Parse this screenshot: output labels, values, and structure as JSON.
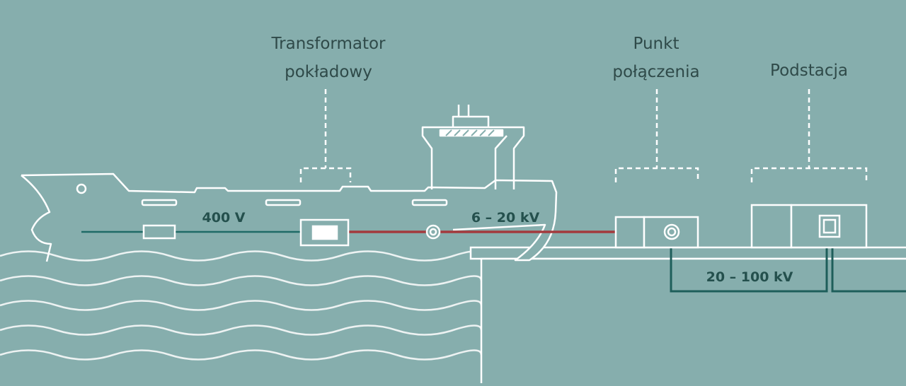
{
  "labels": {
    "onboard_transformer_line1": "Transformator",
    "onboard_transformer_line2": "pokładowy",
    "connection_point_line1": "Punkt",
    "connection_point_line2": "połączenia",
    "substation": "Podstacja"
  },
  "voltages": {
    "ship_low": "400 V",
    "ship_medium": "6 – 20 kV",
    "shore_high": "20 – 100 kV"
  },
  "colors": {
    "background": "#86aead",
    "outline": "#ffffff",
    "low_voltage_cable": "#1f6a66",
    "medium_voltage_cable": "#a33a3d",
    "shore_cable": "#1e5e5a",
    "label_text": "#2f4a49",
    "voltage_text": "#24504d"
  }
}
